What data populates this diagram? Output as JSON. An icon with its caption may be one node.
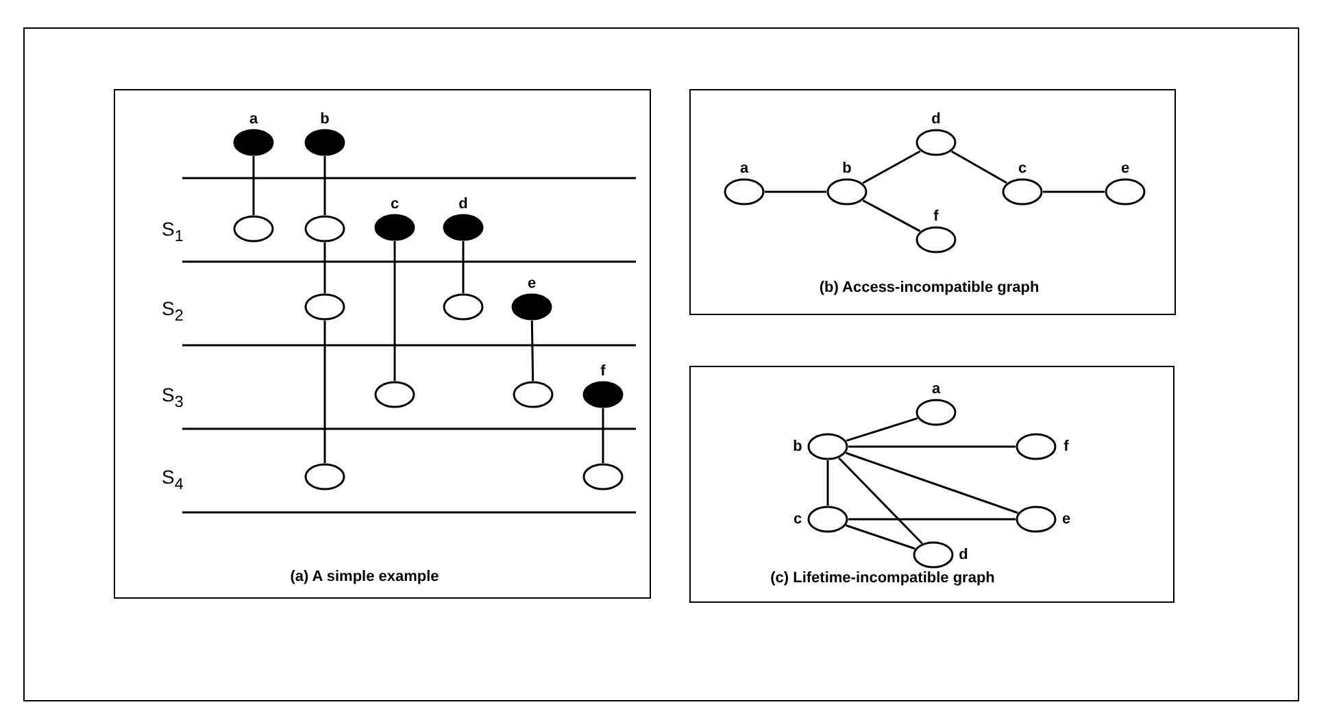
{
  "diagram": {
    "nodes": [
      {
        "text": [
          "(a) A simple example"
        ]
      },
      {
        "text": [
          "a"
        ],
        "in": 0
      },
      {
        "text": [
          "b"
        ],
        "in": 0
      },
      {
        "text": [],
        "shape": "circle",
        "in": 0
      },
      {
        "text": [],
        "shape": "circle",
        "in": 0
      },
      {
        "text": [
          "c"
        ],
        "in": 0
      },
      {
        "text": [
          "d"
        ],
        "in": 0
      },
      {
        "text": [],
        "shape": "circle",
        "in": 0
      },
      {
        "text": [],
        "shape": "circle",
        "in": 0
      },
      {
        "text": [
          "e"
        ],
        "in": 0
      },
      {
        "text": [],
        "shape": "circle",
        "in": 0
      },
      {
        "text": [],
        "shape": "circle",
        "in": 0
      },
      {
        "text": [
          "f"
        ],
        "in": 0
      },
      {
        "text": [],
        "shape": "circle",
        "in": 0
      },
      {
        "text": [],
        "shape": "circle",
        "in": 0
      },
      {
        "text": [
          "(b) Access-incompatible graph"
        ]
      },
      {
        "text": [
          "a"
        ],
        "in": 15
      },
      {
        "text": [
          "b"
        ],
        "in": 15
      },
      {
        "text": [
          "d"
        ],
        "in": 15
      },
      {
        "text": [
          "c"
        ],
        "in": 15
      },
      {
        "text": [
          "e"
        ],
        "in": 15
      },
      {
        "text": [
          "f"
        ],
        "in": 15
      },
      {
        "text": [
          "(c) Lifetime-incompatible graph"
        ]
      },
      {
        "text": [
          "a"
        ],
        "in": 22
      },
      {
        "text": [
          "b"
        ],
        "in": 22
      },
      {
        "text": [
          "f"
        ],
        "in": 22
      },
      {
        "text": [
          "c"
        ],
        "in": 22
      },
      {
        "text": [
          "e"
        ],
        "in": 22
      },
      {
        "text": [
          "d"
        ],
        "in": 22
      }
    ],
    "edges": [
      {
        "from": 1,
        "to": 3,
        "arrow": "none"
      },
      {
        "from": 2,
        "to": 4,
        "arrow": "none"
      },
      {
        "from": 4,
        "to": 7,
        "arrow": "none"
      },
      {
        "from": 7,
        "to": 13,
        "arrow": "none"
      },
      {
        "from": 5,
        "to": 10,
        "arrow": "none"
      },
      {
        "from": 6,
        "to": 8,
        "arrow": "none"
      },
      {
        "from": 9,
        "to": 11,
        "arrow": "none"
      },
      {
        "from": 12,
        "to": 14,
        "arrow": "none"
      },
      {
        "from": 16,
        "to": 17,
        "arrow": "none"
      },
      {
        "from": 17,
        "to": 18,
        "arrow": "none"
      },
      {
        "from": 18,
        "to": 19,
        "arrow": "none"
      },
      {
        "from": 19,
        "to": 20,
        "arrow": "none"
      },
      {
        "from": 17,
        "to": 21,
        "arrow": "none"
      },
      {
        "from": 24,
        "to": 23,
        "arrow": "none"
      },
      {
        "from": 24,
        "to": 25,
        "arrow": "none"
      },
      {
        "from": 24,
        "to": 26,
        "arrow": "none"
      },
      {
        "from": 24,
        "to": 28,
        "arrow": "none"
      },
      {
        "from": 24,
        "to": 27,
        "arrow": "none"
      },
      {
        "from": 26,
        "to": 27,
        "arrow": "none"
      },
      {
        "from": 26,
        "to": 28,
        "arrow": "none"
      }
    ],
    "labels": [
      "S$_{1}$",
      "S$_{2}$",
      "S$_{3}$",
      "S$_{4}$"
    ]
  }
}
